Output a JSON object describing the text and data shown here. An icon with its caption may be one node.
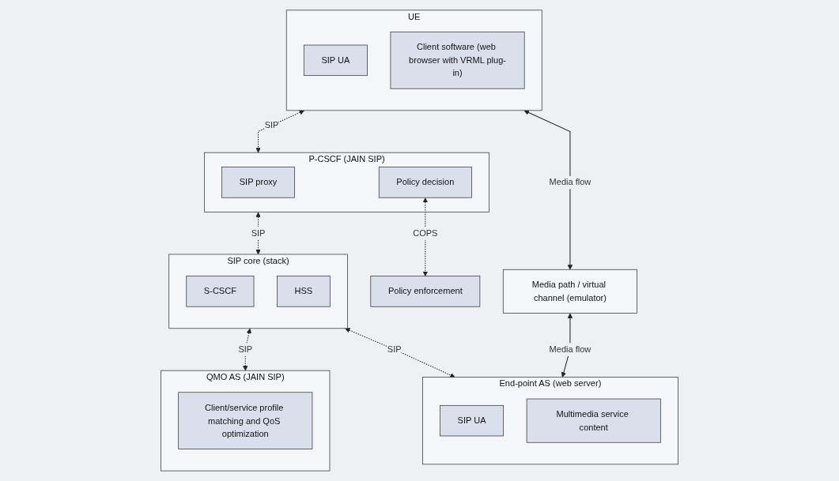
{
  "diagram": {
    "nodes": [
      {
        "text": [
          "QMO AS (JAIN SIP)"
        ]
      },
      {
        "text": [
          "Client/service profile matching and QoS optimization"
        ],
        "in": 0
      },
      {
        "text": [
          "P-CSCF (JAIN SIP)"
        ]
      },
      {
        "text": [
          "SIP proxy"
        ],
        "in": 2
      },
      {
        "text": [
          "Policy decision"
        ],
        "in": 2
      },
      {
        "text": [
          "SIP core (stack)"
        ]
      },
      {
        "text": [
          "S-CSCF"
        ],
        "in": 5
      },
      {
        "text": [
          "HSS"
        ],
        "in": 5
      },
      {
        "text": [
          "End-point AS (web server)"
        ]
      },
      {
        "text": [
          "SIP UA"
        ],
        "in": 8
      },
      {
        "text": [
          "Multimedia service content"
        ],
        "in": 8
      },
      {
        "text": [
          "UE"
        ]
      },
      {
        "text": [
          "SIP UA"
        ],
        "in": 11
      },
      {
        "text": [
          "Client software (web browser with VRML plug-in)"
        ],
        "in": 11
      },
      {
        "text": [
          "Media path / virtual channel (emulator)"
        ]
      },
      {
        "text": [
          "Policy enforcement"
        ]
      }
    ],
    "edges": [
      {
        "from": 5,
        "to": 0,
        "arrow": "both",
        "label": "SIP",
        "style": "dashed"
      },
      {
        "from": 2,
        "to": 5,
        "arrow": "both",
        "label": "SIP",
        "style": "dashed"
      },
      {
        "from": 5,
        "to": 8,
        "arrow": "both",
        "label": "SIP",
        "style": "dashed"
      },
      {
        "from": 11,
        "to": 2,
        "arrow": "both",
        "label": "SIP",
        "style": "dashed"
      },
      {
        "from": 4,
        "to": 15,
        "arrow": "both",
        "label": "COPS",
        "style": "dashed"
      },
      {
        "from": 11,
        "to": 14,
        "arrow": "both",
        "label": "Media flow"
      },
      {
        "from": 14,
        "to": 8,
        "arrow": "both",
        "label": "Media flow"
      }
    ]
  }
}
